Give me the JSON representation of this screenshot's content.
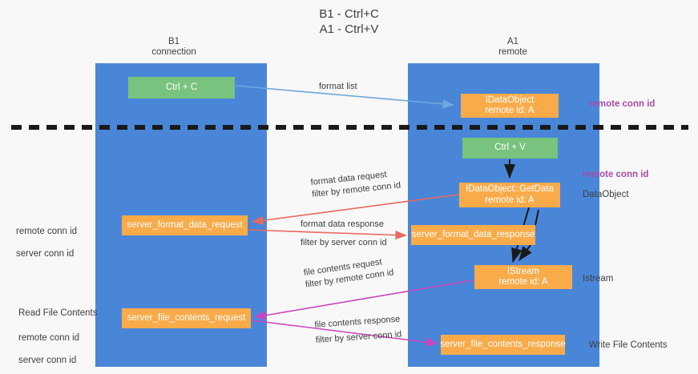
{
  "title": "B1 - Ctrl+C\nA1 - Ctrl+V",
  "columns": {
    "left": {
      "header": "B1\nconnection"
    },
    "right": {
      "header": "A1\nremote"
    }
  },
  "nodes": {
    "ctrl_c": {
      "label": "Ctrl + C",
      "color": "#78c37d"
    },
    "idataobject": {
      "label": "IDataObject\nremote id: A",
      "color": "#f9ab4a"
    },
    "ctrl_v": {
      "label": "Ctrl + V",
      "color": "#78c37d"
    },
    "getdata": {
      "label": "IDataObject::GetData\nremote id: A",
      "color": "#f9ab4a"
    },
    "server_format_data_request": {
      "label": "server_format_data_request",
      "color": "#f9ab4a"
    },
    "server_format_data_response": {
      "label": "server_format_data_response",
      "color": "#f9ab4a"
    },
    "istream": {
      "label": "IStream\nremote id: A",
      "color": "#f9ab4a"
    },
    "server_file_contents_request": {
      "label": "server_file_contents_request",
      "color": "#f9ab4a"
    },
    "server_file_contents_response": {
      "label": "server_file_contents_response",
      "color": "#f9ab4a"
    }
  },
  "edges": {
    "format_list": {
      "line1": "format list",
      "line2": ""
    },
    "format_data_request": {
      "line1": "format data request",
      "prefix": "filter by ",
      "key": "remote conn id"
    },
    "format_data_response": {
      "line1": "format data response",
      "prefix": "filter by ",
      "key": "server conn id"
    },
    "file_contents_request": {
      "line1": "file contents request",
      "prefix": "filter by ",
      "key": "remote conn id"
    },
    "file_contents_response": {
      "line1": "file contents response",
      "prefix": "filter by ",
      "key": "server conn id"
    }
  },
  "side_labels": {
    "remote_conn_id_top": "remote conn id",
    "remote_conn_id_mid": "remote conn id",
    "dataobject": "DataObject",
    "istream": "Istream",
    "write_file_contents": "Write File Contents",
    "read_file_contents": "Read File Contents",
    "left_remote_conn_id_1": "remote conn id",
    "left_server_conn_id_1": "server conn id",
    "left_remote_conn_id_2": "remote conn id",
    "left_server_conn_id_2": "server conn id"
  },
  "colors": {
    "lane": "#4a86d8",
    "green_node": "#78c37d",
    "orange_node": "#f9ab4a",
    "purple_text": "#a64ca6",
    "green_text": "#6aa84f",
    "red_arrow": "#e8695f",
    "magenta_arrow": "#cc44bb",
    "blue_arrow": "#6fa8dc",
    "dark_arrow": "#1a1a1a",
    "background": "#f8f8f8",
    "text": "#3c4043"
  }
}
